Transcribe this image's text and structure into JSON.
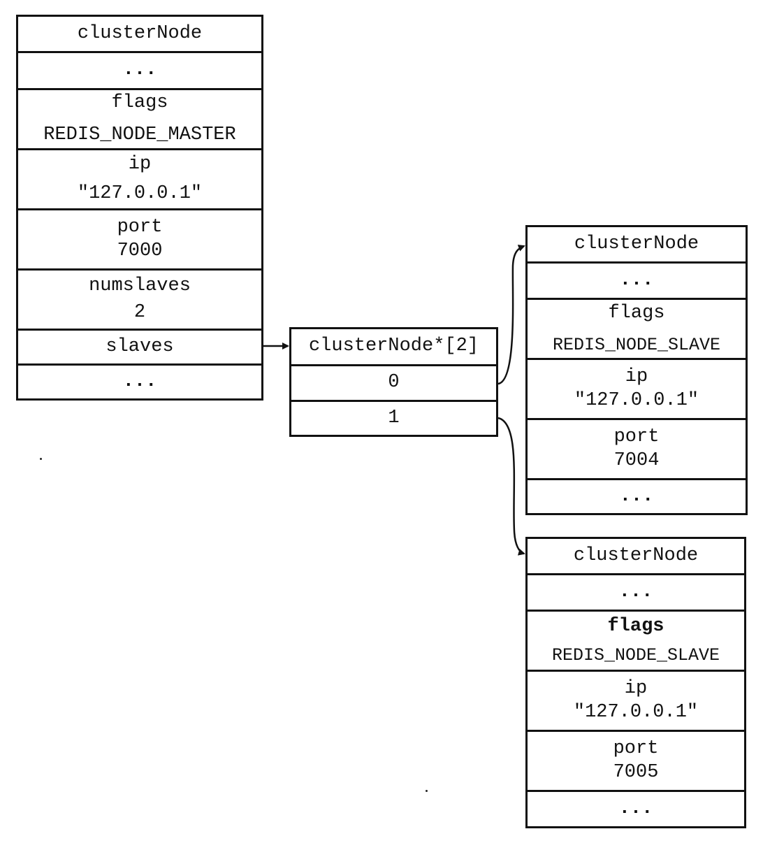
{
  "master": {
    "title": "clusterNode",
    "ellipsis_top": "...",
    "flags_label": "flags",
    "flags_value": "REDIS_NODE_MASTER",
    "ip_label": "ip",
    "ip_value": "\"127.0.0.1\"",
    "port_label": "port",
    "port_value": "7000",
    "numslaves_label": "numslaves",
    "numslaves_value": "2",
    "slaves_label": "slaves",
    "ellipsis_bottom": "..."
  },
  "array": {
    "title": "clusterNode*[2]",
    "index0": "0",
    "index1": "1"
  },
  "slave1": {
    "title": "clusterNode",
    "ellipsis_top": "...",
    "flags_label": "flags",
    "flags_value": "REDIS_NODE_SLAVE",
    "ip_label": "ip",
    "ip_value": "\"127.0.0.1\"",
    "port_label": "port",
    "port_value": "7004",
    "ellipsis_bottom": "..."
  },
  "slave2": {
    "title": "clusterNode",
    "ellipsis_top": "...",
    "flags_label": "flags",
    "flags_value": "REDIS_NODE_SLAVE",
    "ip_label": "ip",
    "ip_value": "\"127.0.0.1\"",
    "port_label": "port",
    "port_value": "7005",
    "ellipsis_bottom": "..."
  }
}
